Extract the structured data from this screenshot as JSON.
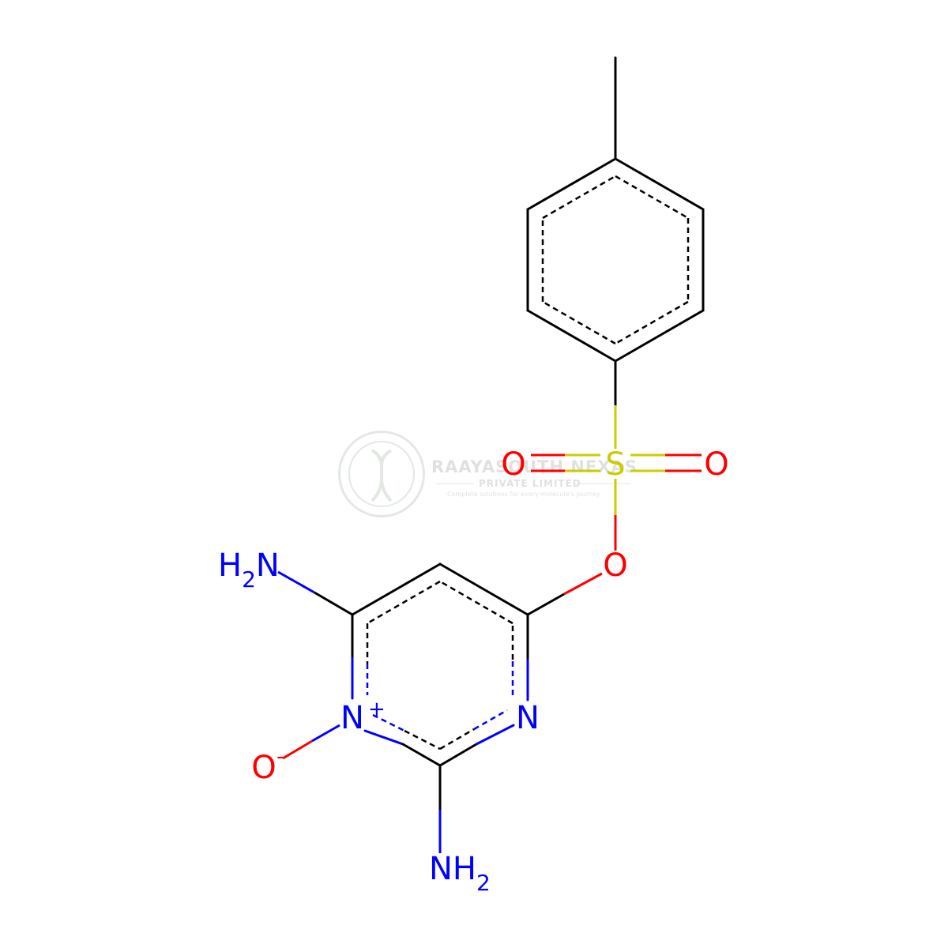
{
  "molecule": {
    "atoms": {
      "methyl": "",
      "sulfur": "S",
      "oxo_left": "O",
      "oxo_right": "O",
      "ester_oxygen": "O",
      "amine_upper": {
        "main": "H",
        "sub": "2",
        "tail": "N"
      },
      "ring_n_plus": {
        "main": "N",
        "charge": "+"
      },
      "ring_n": "N",
      "n_oxide": {
        "main": "O",
        "charge": "-"
      },
      "amine_lower": {
        "main": "NH",
        "sub": "2"
      }
    },
    "colors": {
      "bond": "#000000",
      "nitrogen": "#0000FF",
      "oxygen": "#FF0000",
      "sulfur": "#CCCC00"
    }
  },
  "watermark": {
    "name": "RAAYASOUTH NEXAS",
    "subtitle": "PRIVATE LIMITED",
    "tagline": "Complete solutions for every molecule's journey"
  }
}
